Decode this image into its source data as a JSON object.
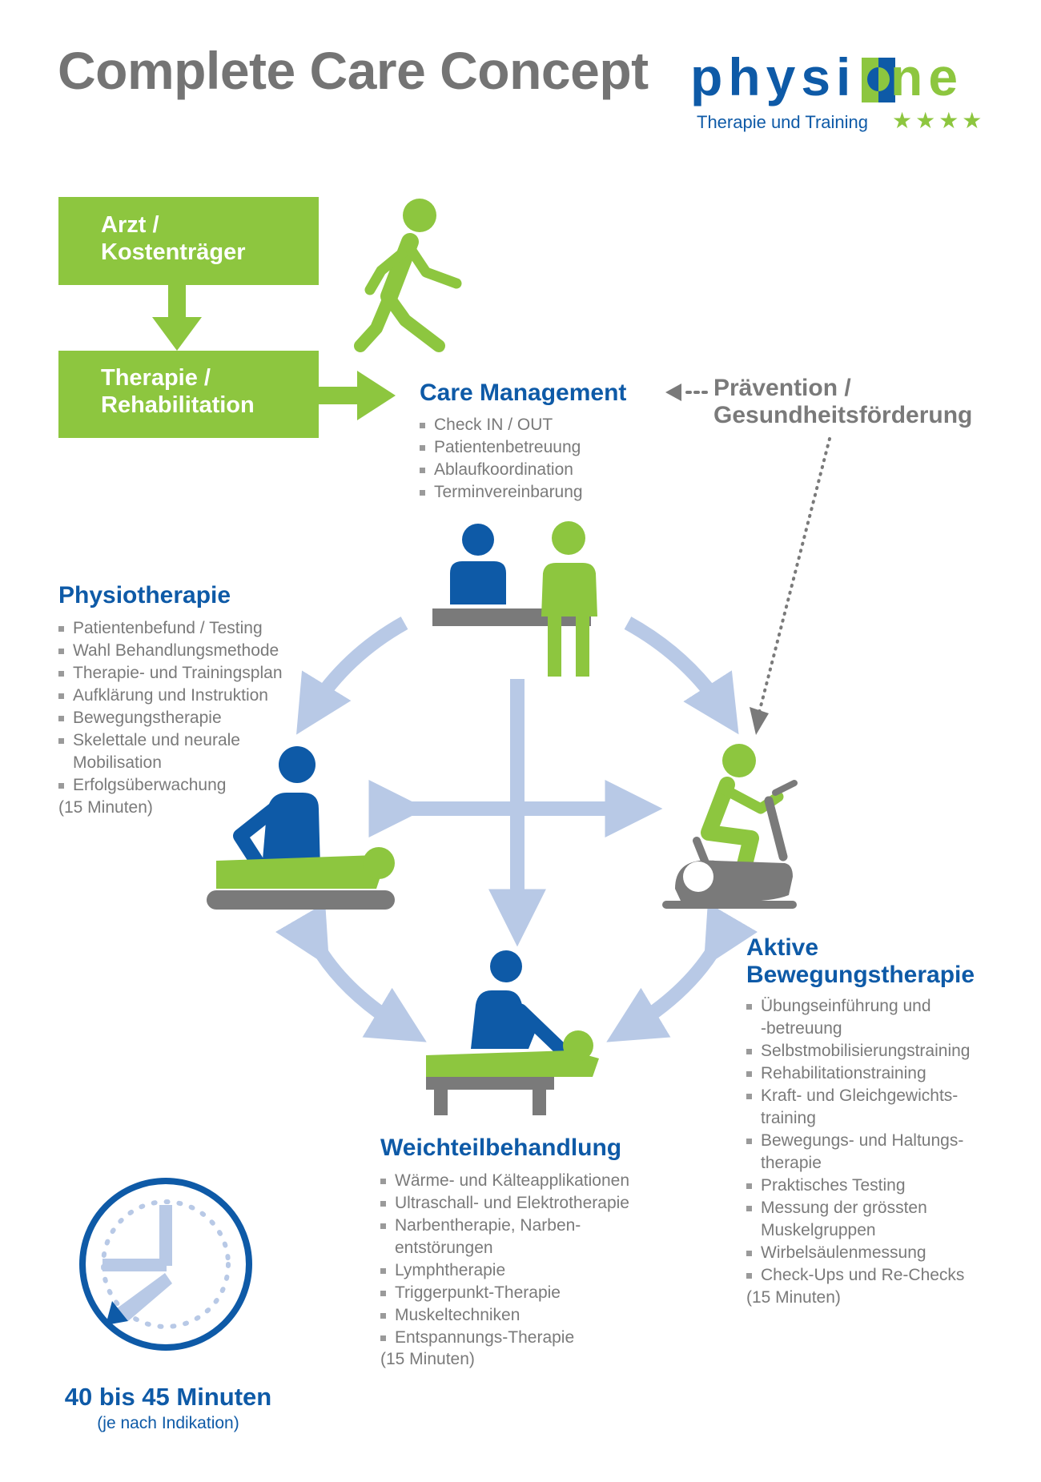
{
  "header": {
    "title": "Complete Care Concept",
    "logo": {
      "part1": "physi",
      "part2": "ne",
      "tagline": "Therapie und Training",
      "stars": "★★★★"
    }
  },
  "flow": {
    "box1": [
      "Arzt /",
      "Kostenträger"
    ],
    "box2": [
      "Therapie /",
      "Rehabilitation"
    ],
    "prevention": [
      "Prävention /",
      "Gesundheitsförderung"
    ]
  },
  "care_management": {
    "title": "Care Management",
    "items": [
      "Check IN / OUT",
      "Patientenbetreuung",
      "Ablaufkoordination",
      "Terminvereinbarung"
    ]
  },
  "physiotherapie": {
    "title": "Physiotherapie",
    "items": [
      "Patientenbefund / Testing",
      "Wahl Behandlungsmethode",
      "Therapie- und Trainingsplan",
      "Aufklärung und Instruktion",
      "Bewegungstherapie",
      "Skelettale und neurale",
      "Mobilisation",
      "Erfolgsüberwachung"
    ],
    "duration": "(15 Minuten)"
  },
  "aktive": {
    "title": [
      "Aktive",
      "Bewegungstherapie"
    ],
    "items": [
      "Übungseinführung und",
      "-betreuung",
      "Selbstmobilisierungstraining",
      "Rehabilitationstraining",
      "Kraft- und Gleichgewichts-",
      "training",
      "Bewegungs- und Haltungs-",
      "therapie",
      "Praktisches Testing",
      "Messung der grössten",
      "Muskelgruppen",
      "Wirbelsäulenmessung",
      "Check-Ups und Re-Checks"
    ],
    "duration": "(15 Minuten)"
  },
  "weichteil": {
    "title": "Weichteilbehandlung",
    "items": [
      "Wärme- und Kälteapplikationen",
      "Ultraschall- und Elektrotherapie",
      "Narbentherapie, Narben-",
      "entstörungen",
      "Lymphtherapie",
      "Triggerpunkt-Therapie",
      "Muskeltechniken",
      "Entspannungs-Therapie"
    ],
    "duration": "(15 Minuten)"
  },
  "footer": {
    "total": "40 bis 45 Minuten",
    "note": "(je nach Indikation)"
  },
  "colors": {
    "green": "#8dc63f",
    "blue": "#0e5aa7",
    "grey": "#7a7a7a",
    "light_blue": "#b8c9e6"
  },
  "icons": [
    "walking-person-icon",
    "reception-desk-icon",
    "massage-therapy-icon",
    "exercise-bike-icon",
    "soft-tissue-treatment-icon",
    "clock-icon"
  ]
}
